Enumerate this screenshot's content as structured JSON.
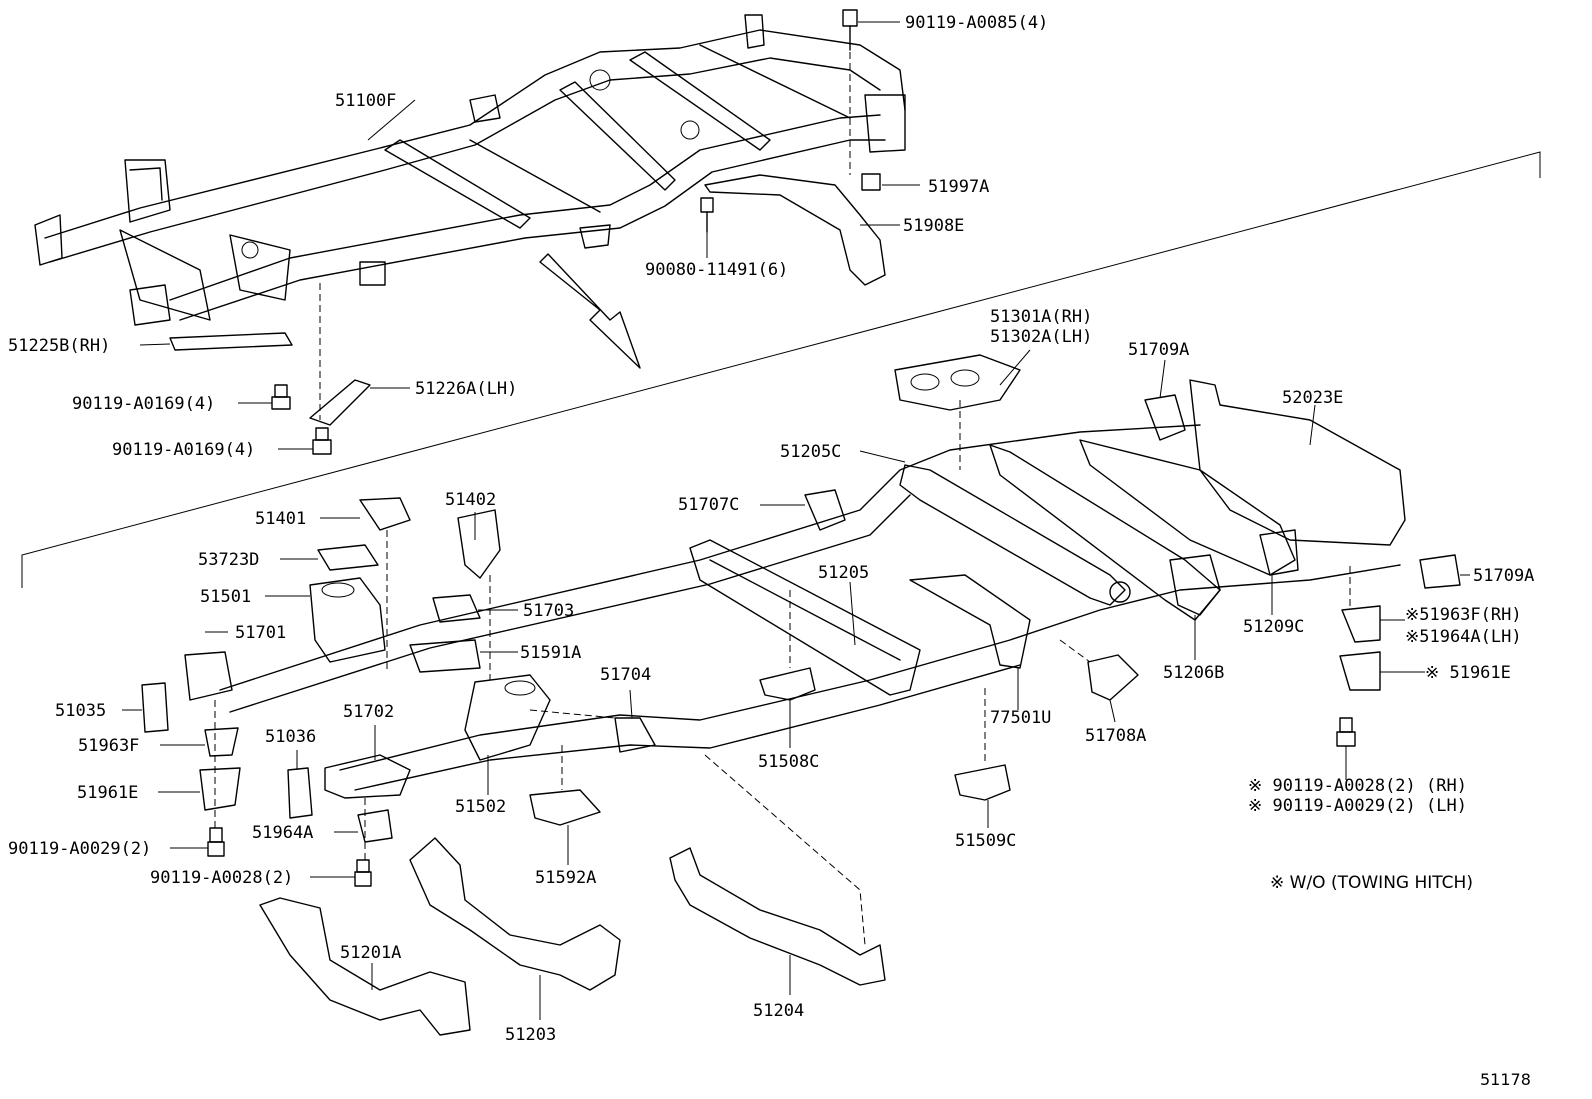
{
  "figure_number": "51178",
  "note": "※ W/O (TOWING HITCH)",
  "callouts": [
    {
      "id": "c_51100F",
      "text": "51100F"
    },
    {
      "id": "c_90119A0085",
      "text": "90119-A0085(4)"
    },
    {
      "id": "c_51997A",
      "text": "51997A"
    },
    {
      "id": "c_51908E",
      "text": "51908E"
    },
    {
      "id": "c_9008011491",
      "text": "90080-11491(6)"
    },
    {
      "id": "c_51225B",
      "text": "51225B(RH)"
    },
    {
      "id": "c_90119A0169a",
      "text": "90119-A0169(4)"
    },
    {
      "id": "c_51226A",
      "text": "51226A(LH)"
    },
    {
      "id": "c_90119A0169b",
      "text": "90119-A0169(4)"
    },
    {
      "id": "c_51301A",
      "text": "51301A(RH)"
    },
    {
      "id": "c_51302A",
      "text": "51302A(LH)"
    },
    {
      "id": "c_51709A_top",
      "text": "51709A"
    },
    {
      "id": "c_52023E",
      "text": "52023E"
    },
    {
      "id": "c_51205C",
      "text": "51205C"
    },
    {
      "id": "c_51707C",
      "text": "51707C"
    },
    {
      "id": "c_51401",
      "text": "51401"
    },
    {
      "id": "c_51402",
      "text": "51402"
    },
    {
      "id": "c_53723D",
      "text": "53723D"
    },
    {
      "id": "c_51501",
      "text": "51501"
    },
    {
      "id": "c_51205",
      "text": "51205"
    },
    {
      "id": "c_51703",
      "text": "51703"
    },
    {
      "id": "c_51701",
      "text": "51701"
    },
    {
      "id": "c_51591A",
      "text": "51591A"
    },
    {
      "id": "c_51709A_right",
      "text": "51709A"
    },
    {
      "id": "c_51963F_rh",
      "text": "※51963F(RH)"
    },
    {
      "id": "c_51964A_lh",
      "text": "※51964A(LH)"
    },
    {
      "id": "c_51209C",
      "text": "51209C"
    },
    {
      "id": "c_51961E_right",
      "text": "※ 51961E"
    },
    {
      "id": "c_51206B",
      "text": "51206B"
    },
    {
      "id": "c_51035",
      "text": "51035"
    },
    {
      "id": "c_51704",
      "text": "51704"
    },
    {
      "id": "c_51702",
      "text": "51702"
    },
    {
      "id": "c_51036",
      "text": "51036"
    },
    {
      "id": "c_51963F",
      "text": "51963F"
    },
    {
      "id": "c_77501U",
      "text": "77501U"
    },
    {
      "id": "c_51708A",
      "text": "51708A"
    },
    {
      "id": "c_51508C",
      "text": "51508C"
    },
    {
      "id": "c_51961E",
      "text": "51961E"
    },
    {
      "id": "c_51502",
      "text": "51502"
    },
    {
      "id": "c_51964A",
      "text": "51964A"
    },
    {
      "id": "c_90119A0028_rh",
      "text": "※ 90119-A0028(2) (RH)"
    },
    {
      "id": "c_90119A0029_lh",
      "text": "※ 90119-A0029(2) (LH)"
    },
    {
      "id": "c_51509C",
      "text": "51509C"
    },
    {
      "id": "c_90119A0029",
      "text": "90119-A0029(2)"
    },
    {
      "id": "c_90119A0028",
      "text": "90119-A0028(2)"
    },
    {
      "id": "c_51592A",
      "text": "51592A"
    },
    {
      "id": "c_51201A",
      "text": "51201A"
    },
    {
      "id": "c_51203",
      "text": "51203"
    },
    {
      "id": "c_51204",
      "text": "51204"
    }
  ]
}
